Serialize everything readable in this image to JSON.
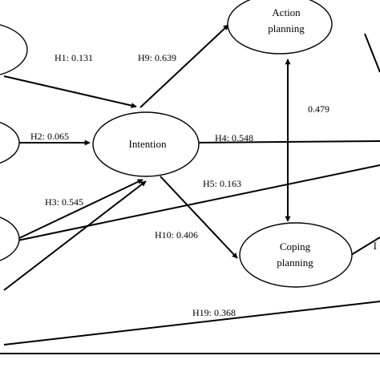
{
  "nodes": {
    "action_planning": {
      "line1": "Action",
      "line2": "planning"
    },
    "intention": {
      "label": "Intention"
    },
    "coping_planning": {
      "line1": "Coping",
      "line2": "planning"
    },
    "right_cut": {
      "label": "I"
    }
  },
  "edges": {
    "h1": {
      "label": "H1: 0.131"
    },
    "h2": {
      "label": "H2: 0.065"
    },
    "h3": {
      "label": "H3: 0.545"
    },
    "h4": {
      "label": "H4: 0.548"
    },
    "h5": {
      "label": "H5: 0.163"
    },
    "h9": {
      "label": "H9: 0.639"
    },
    "h10": {
      "label": "H10: 0.406"
    },
    "h19": {
      "label": "H19: 0.368"
    },
    "correlation": {
      "label": "0.479"
    }
  }
}
